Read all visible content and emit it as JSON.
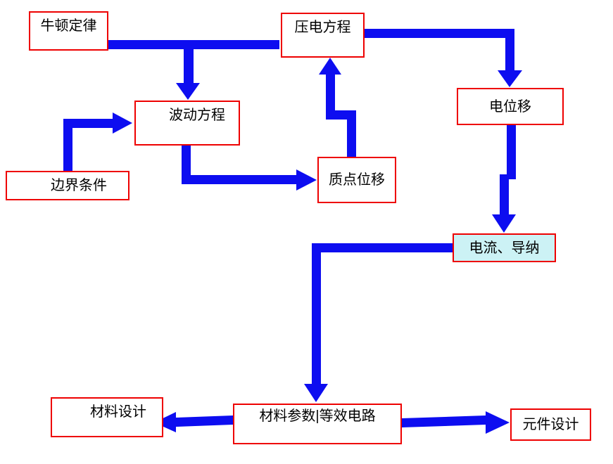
{
  "page": {
    "background": "#ffffff"
  },
  "diagram": {
    "type": "flowchart",
    "nodes": {
      "newton": {
        "label": "牛顿定律"
      },
      "piezo_equation": {
        "label": "压电方程"
      },
      "wave_equation": {
        "label": "波动方程"
      },
      "boundary_conditions": {
        "label": "边界条件"
      },
      "particle_displacement": {
        "label": "质点位移"
      },
      "electric_displacement": {
        "label": "电位移"
      },
      "current_admittance": {
        "label": "电流、导纳",
        "highlighted": true
      },
      "material_design": {
        "label": "材料设计"
      },
      "material_params_equiv_circuit": {
        "label": "材料参数|等效电路"
      },
      "component_design": {
        "label": "元件设计"
      }
    },
    "edges": [
      {
        "from": "牛顿定律",
        "to": "压电方程",
        "arrowhead": false
      },
      {
        "from": "牛顿定律",
        "to": "波动方程",
        "arrowhead": true
      },
      {
        "from": "边界条件",
        "to": "波动方程",
        "arrowhead": true
      },
      {
        "from": "波动方程",
        "to": "质点位移",
        "arrowhead": true
      },
      {
        "from": "质点位移",
        "to": "压电方程",
        "arrowhead": true
      },
      {
        "from": "压电方程",
        "to": "电位移",
        "arrowhead": true
      },
      {
        "from": "电位移",
        "to": "电流、导纳",
        "arrowhead": true
      },
      {
        "from": "电流、导纳",
        "to": "材料参数|等效电路",
        "arrowhead": true
      },
      {
        "from": "材料参数|等效电路",
        "to": "材料设计",
        "arrowhead": true
      },
      {
        "from": "材料参数|等效电路",
        "to": "元件设计",
        "arrowhead": true
      }
    ],
    "colors": {
      "arrow": "#0d0df0",
      "node_border": "#ee0000",
      "node_fill": "#ffffff",
      "highlight_fill": "#ccf2f5",
      "text": "#000000",
      "background": "#ffffff"
    }
  }
}
